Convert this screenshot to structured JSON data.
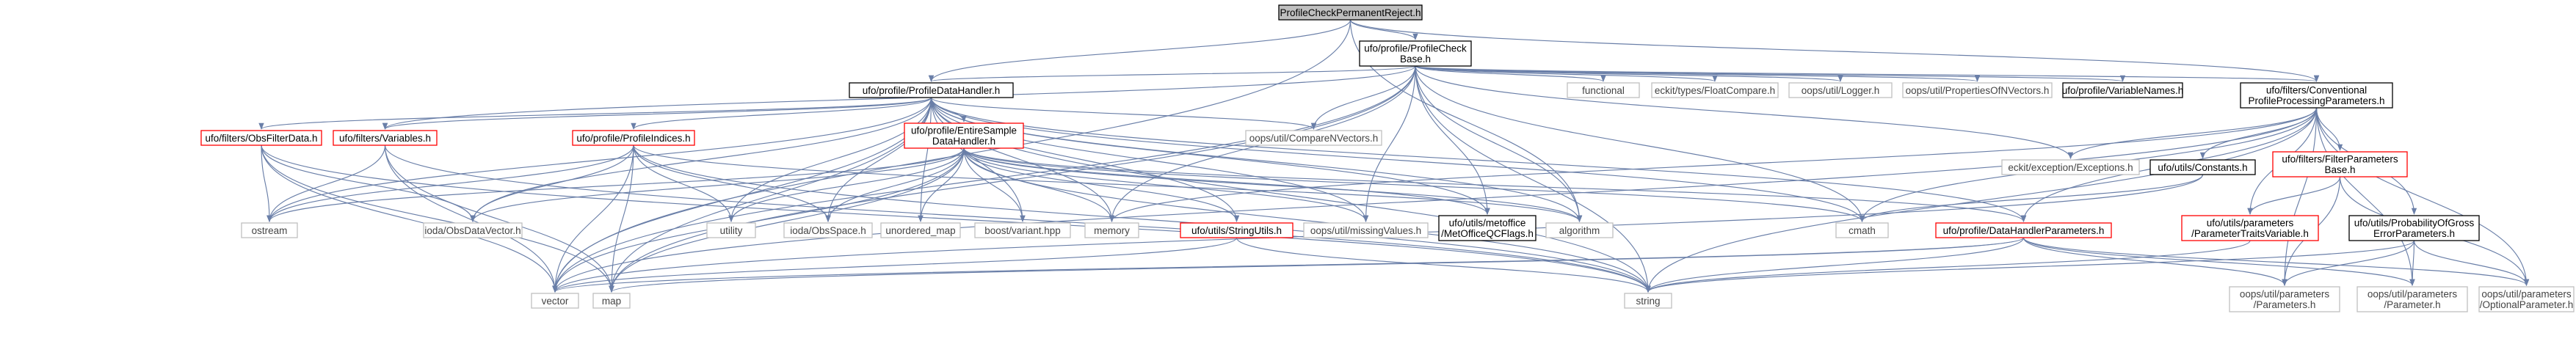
{
  "nodes": {
    "root": "ProfileCheckPermanentReject.h",
    "profile_check_base": [
      "ufo/profile/ProfileCheck",
      "Base.h"
    ],
    "profile_data_handler": "ufo/profile/ProfileDataHandler.h",
    "conventional_params": [
      "ufo/filters/Conventional",
      "ProfileProcessingParameters.h"
    ],
    "functional": "functional",
    "float_compare": "eckit/types/FloatCompare.h",
    "logger": "oops/util/Logger.h",
    "properties_of_nvectors": "oops/util/PropertiesOfNVectors.h",
    "variable_names": "ufo/profile/VariableNames.h",
    "obs_filter_data": "ufo/filters/ObsFilterData.h",
    "variables": "ufo/filters/Variables.h",
    "profile_indices": "ufo/profile/ProfileIndices.h",
    "entire_sample": [
      "ufo/profile/EntireSample",
      "DataHandler.h"
    ],
    "compare_nvectors": "oops/util/CompareNVectors.h",
    "exceptions": "eckit/exception/Exceptions.h",
    "constants": "ufo/utils/Constants.h",
    "filter_parameters": [
      "ufo/filters/FilterParameters",
      "Base.h"
    ],
    "string_utils": "ufo/utils/StringUtils.h",
    "missing_values": "oops/util/missingValues.h",
    "met_office_qc_flags": [
      "ufo/utils/metoffice",
      "/MetOfficeQCFlags.h"
    ],
    "algorithm": "algorithm",
    "cmath": "cmath",
    "data_handler_params": "ufo/profile/DataHandlerParameters.h",
    "param_traits": [
      "ufo/utils/parameters",
      "/ParameterTraitsVariable.h"
    ],
    "prob_gross_error": [
      "ufo/utils/ProbabilityOfGross",
      "ErrorParameters.h"
    ],
    "ostream": "ostream",
    "obs_data_vector": "ioda/ObsDataVector.h",
    "utility": "utility",
    "obs_space": "ioda/ObsSpace.h",
    "unordered_map": "unordered_map",
    "boost_variant": "boost/variant.hpp",
    "memory": "memory",
    "vector": "vector",
    "map": "map",
    "string": "string",
    "oops_parameters": [
      "oops/util/parameters",
      "/Parameters.h"
    ],
    "oops_parameter": [
      "oops/util/parameters",
      "/Parameter.h"
    ],
    "optional_parameter": [
      "oops/util/parameters",
      "/OptionalParameter.h"
    ]
  },
  "colors": {
    "root_fill": "#bfbfbf",
    "documented_border": "#000000",
    "undocumented_border": "#ff0000",
    "external_border": "#bfbfbf",
    "edge": "#6a7fa8"
  }
}
